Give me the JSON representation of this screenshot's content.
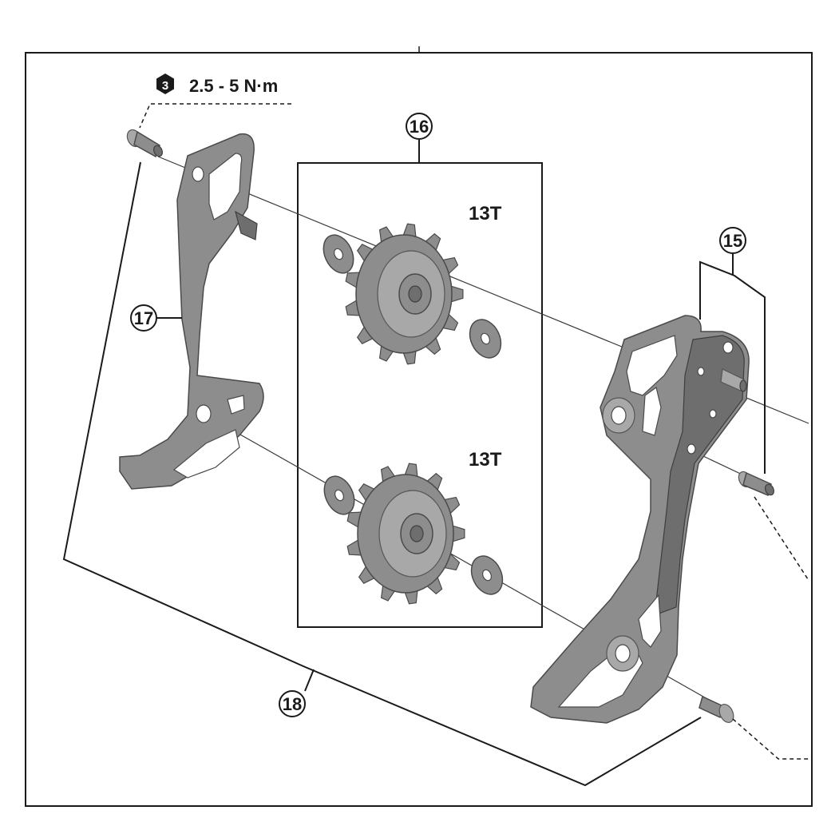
{
  "torque": {
    "badge_number": "3",
    "spec": "2.5 - 5 N·m"
  },
  "callouts": {
    "c15": "15",
    "c16": "16",
    "c17": "17",
    "c18": "18"
  },
  "pulleys": {
    "upper_teeth": "13T",
    "lower_teeth": "13T"
  }
}
